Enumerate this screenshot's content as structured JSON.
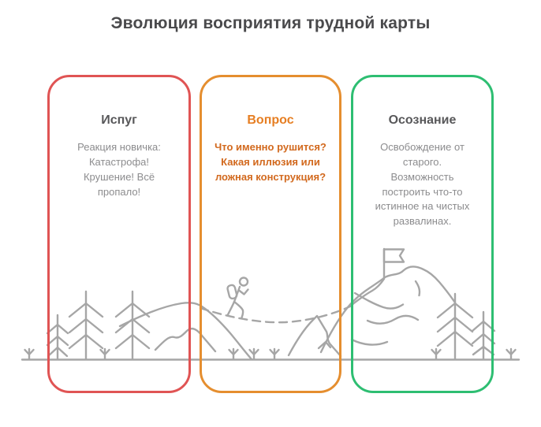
{
  "page": {
    "title": "Эволюция восприятия трудной карты",
    "background_color": "#ffffff",
    "title_color": "#4A4A4C"
  },
  "cards": [
    {
      "id": "fear",
      "title": "Испуг",
      "lines": [
        "Реакция новичка:",
        "Катастрофа!",
        "Крушение! Всё",
        "пропало!"
      ],
      "border_color": "#E05454",
      "title_color": "#58585A",
      "body_color": "#8C8C8E"
    },
    {
      "id": "question",
      "title": "Вопрос",
      "lines": [
        "Что именно рушится?",
        "Какая иллюзия или",
        "ложная конструкция?"
      ],
      "border_color": "#E58E2F",
      "title_color": "#E67E22",
      "body_color": "#D2691E"
    },
    {
      "id": "awareness",
      "title": "Осознание",
      "lines": [
        "Освобождение от",
        "старого.",
        "Возможность",
        "построить что-то",
        "истинное на чистых",
        "развалинах."
      ],
      "border_color": "#2EBE72",
      "title_color": "#58585A",
      "body_color": "#8C8C8E"
    }
  ],
  "illustration": {
    "stroke_color": "#A6A6A6",
    "elements": [
      "pine-trees",
      "grass-sprigs",
      "ground-line",
      "hills",
      "dashed-trail",
      "hiker",
      "mountain-ridge",
      "summit-flag"
    ]
  }
}
